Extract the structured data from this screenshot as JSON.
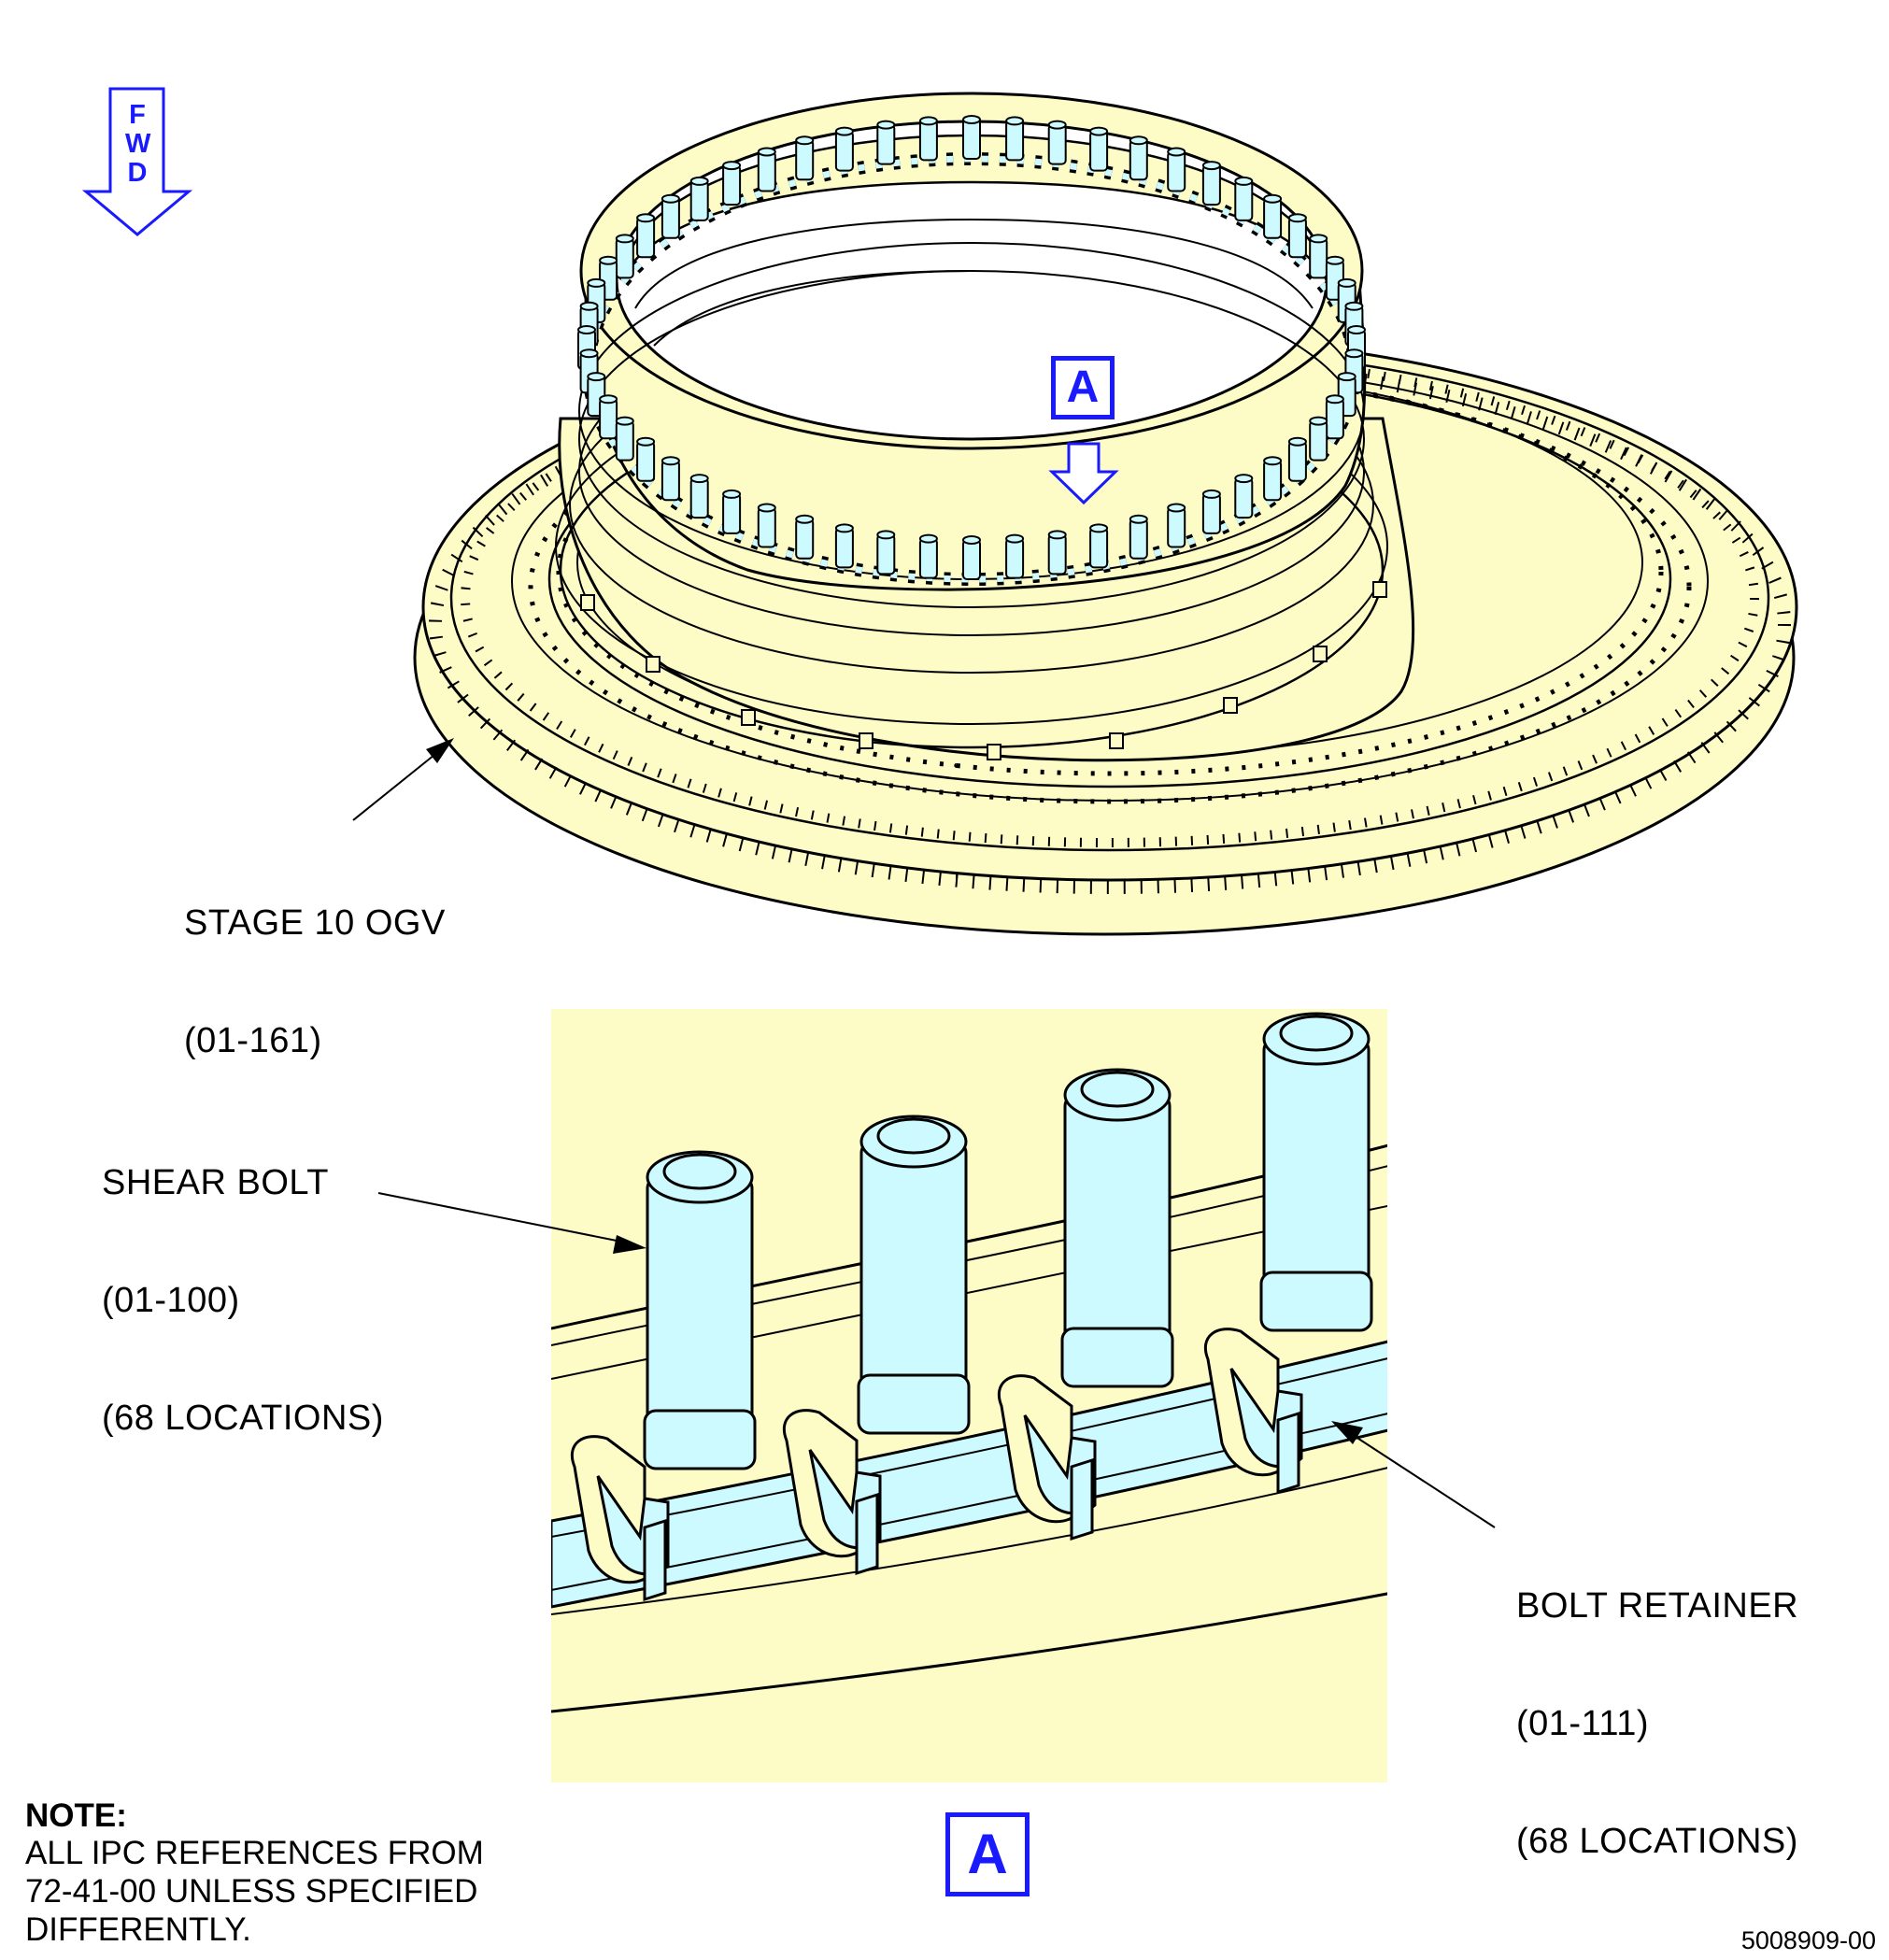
{
  "orientation": {
    "letters": [
      "F",
      "W",
      "D"
    ],
    "arrow_color": "#1a1aff"
  },
  "views": {
    "detail_reference": "A",
    "detail_title": "A",
    "box_color": "#1a1aff"
  },
  "callouts": {
    "stage10_ogv": {
      "name": "STAGE 10 OGV",
      "ref": "(01-161)"
    },
    "shear_bolt": {
      "name": "SHEAR BOLT",
      "ref": "(01-100)",
      "qty": "(68 LOCATIONS)"
    },
    "bolt_retainer": {
      "name": "BOLT RETAINER",
      "ref": "(01-111)",
      "qty": "(68 LOCATIONS)"
    }
  },
  "note": {
    "title": "NOTE:",
    "text": "ALL IPC REFERENCES FROM\n72-41-00 UNLESS SPECIFIED\nDIFFERENTLY."
  },
  "figure_number": "5008909-00",
  "colors": {
    "part_fill": "#fdfbc6",
    "bolt_fill": "#cdfaff",
    "outline": "#000000"
  }
}
